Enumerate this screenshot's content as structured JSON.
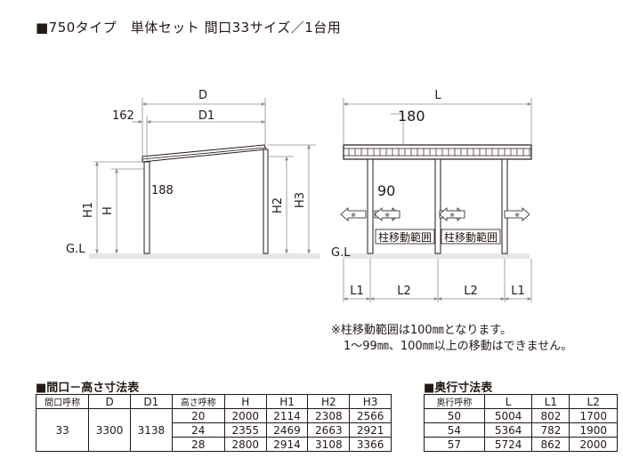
{
  "title": "■750タイプ　単体セット 間口33サイズ／1台用",
  "side_view": {
    "dim_D": "D",
    "dim_D1": "D1",
    "dim_162": "162",
    "dim_188": "188",
    "dim_H1": "H1",
    "dim_H": "H",
    "dim_H2": "H2",
    "dim_H3": "H3",
    "ground": "G.L"
  },
  "front_view": {
    "dim_L": "L",
    "dim_180": "180",
    "dim_90": "90",
    "move_range_label": "柱移動範囲",
    "cross_mark": "※",
    "ground": "G.L",
    "dim_L1": "L1",
    "dim_L2": "L2"
  },
  "notes": [
    "※柱移動範囲は100㎜となります。",
    "1～99㎜、100㎜以上の移動はできません。"
  ],
  "height_table": {
    "title": "■間口－高さ寸法表",
    "headers": [
      "間口呼称",
      "D",
      "D1",
      "高さ呼称",
      "H",
      "H1",
      "H2",
      "H3"
    ],
    "width_code": "33",
    "D": "3300",
    "D1": "3138",
    "rows": [
      [
        "20",
        "2000",
        "2114",
        "2308",
        "2566"
      ],
      [
        "24",
        "2355",
        "2469",
        "2663",
        "2921"
      ],
      [
        "28",
        "2800",
        "2914",
        "3108",
        "3366"
      ]
    ]
  },
  "depth_table": {
    "title": "■奥行寸法表",
    "headers": [
      "奥行呼称",
      "L",
      "L1",
      "L2"
    ],
    "rows": [
      [
        "50",
        "5004",
        "802",
        "1700"
      ],
      [
        "54",
        "5364",
        "782",
        "1900"
      ],
      [
        "57",
        "5724",
        "862",
        "2000"
      ]
    ]
  },
  "colors": {
    "line": "#231815",
    "gray": "#8c8c8c",
    "ground_fill": "#e6e6e6"
  }
}
